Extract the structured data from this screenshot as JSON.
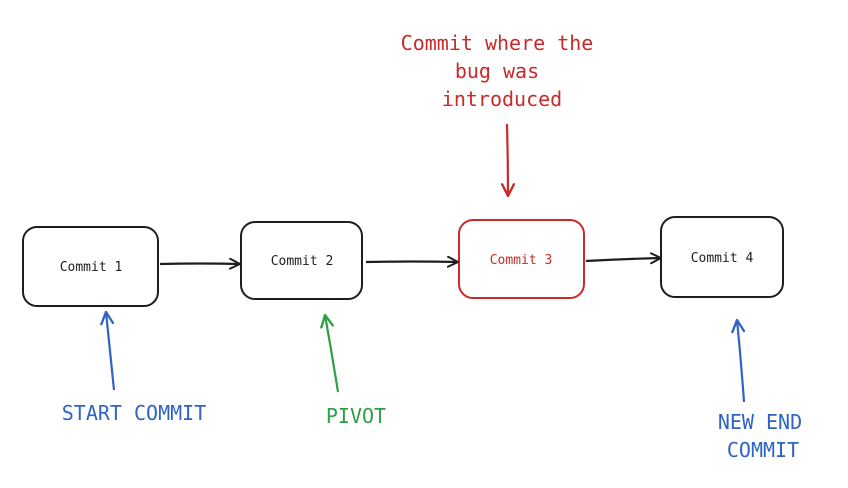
{
  "colors": {
    "ink": "#1e1e1e",
    "bug": "#c92a2a",
    "start": "#2f63c4",
    "pivot": "#2f9e44",
    "end": "#2f63c4"
  },
  "commits": [
    {
      "label": "Commit 1",
      "state": "normal"
    },
    {
      "label": "Commit 2",
      "state": "normal"
    },
    {
      "label": "Commit 3",
      "state": "bug"
    },
    {
      "label": "Commit 4",
      "state": "normal"
    }
  ],
  "annotations": {
    "bug_line1": "Commit where the",
    "bug_line2": "bug was",
    "bug_line3": "introduced",
    "start": "START COMMIT",
    "pivot": "PIVOT",
    "end_line1": "NEW END",
    "end_line2": "COMMIT"
  }
}
